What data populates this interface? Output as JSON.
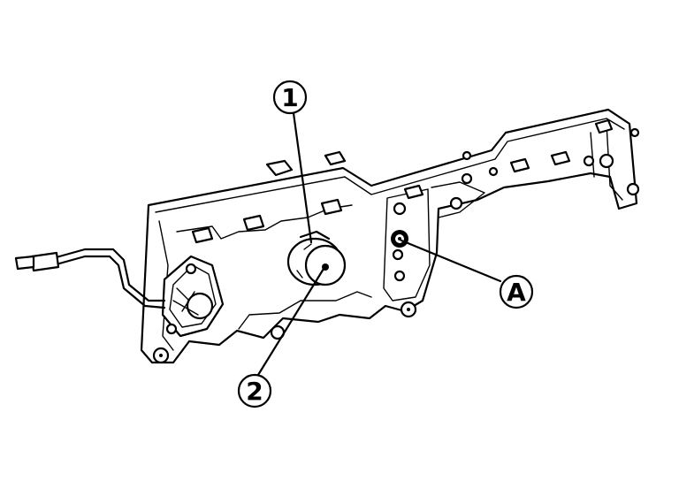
{
  "callouts": {
    "part1": "1",
    "part2": "2",
    "pointA": "A"
  }
}
